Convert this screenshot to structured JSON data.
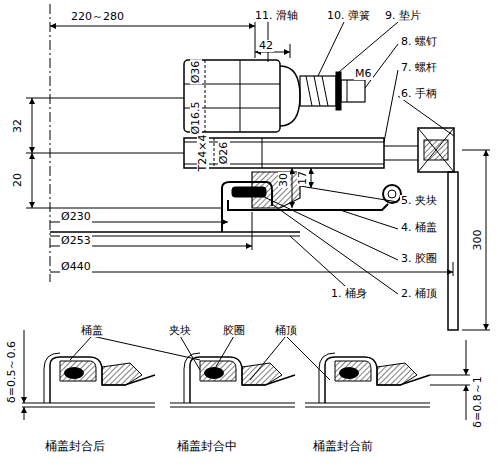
{
  "diagram": {
    "labels": [
      "220～280",
      "42",
      "11. 滑轴",
      "10. 弹簧",
      "9. 垫片",
      "8. 螺钉",
      "7. 螺杆",
      "6. 手柄",
      "Ø36",
      "Ø16.5",
      "T24×4",
      "Ø26",
      "M6",
      "32",
      "20",
      "30",
      "17",
      "5. 夹块",
      "4. 桶盖",
      "3. 胶圈",
      "2. 桶顶",
      "1. 桶身",
      "Ø230",
      "Ø253",
      "Ø440",
      "300",
      "δ=0.5～0.6",
      "δ=0.8～1",
      "桶盖",
      "夹块",
      "胶圈",
      "桶顶",
      "桶盖封合后",
      "桶盖封合中",
      "桶盖封合前"
    ]
  }
}
